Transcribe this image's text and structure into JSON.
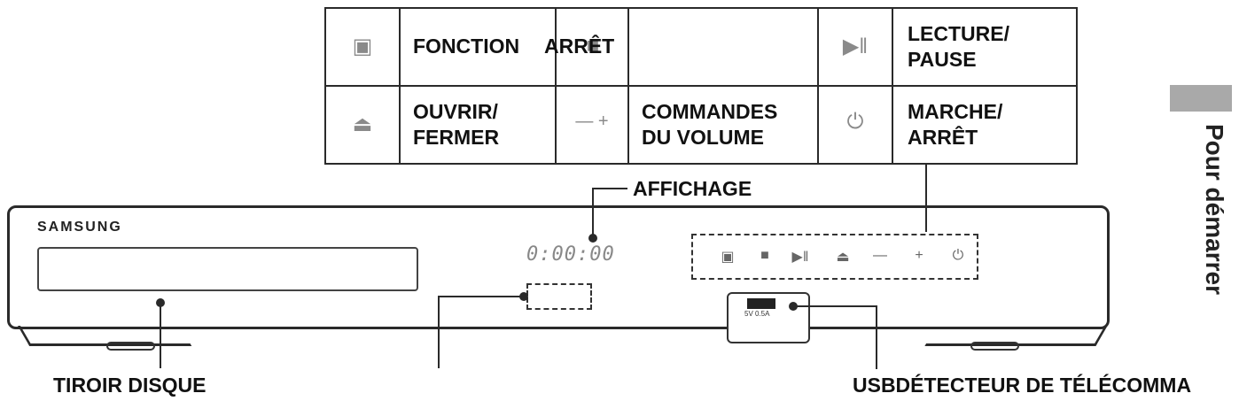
{
  "legend": {
    "rows": [
      [
        {
          "icon": "function-icon",
          "glyph": "▣",
          "label": "FONCTION"
        },
        {
          "icon": "stop-icon",
          "glyph": "■",
          "label": "ARRÊT"
        },
        {
          "icon": "play-pause-icon",
          "glyph": "▶‖",
          "label": "LECTURE/\nPAUSE"
        }
      ],
      [
        {
          "icon": "eject-icon",
          "glyph": "⏏",
          "label": "OUVRIR/\nFERMER"
        },
        {
          "icon": "volume-icon",
          "glyph": "— +",
          "label": "COMMANDES\nDU VOLUME"
        },
        {
          "icon": "power-icon",
          "glyph": "⏻",
          "label": "MARCHE/\nARRÊT"
        }
      ]
    ]
  },
  "side_tab": {
    "label": "Pour démarrer"
  },
  "device": {
    "brand": "SAMSUNG",
    "display_digits": "0:00:00",
    "usb_port_label": "5V 0.5A",
    "controls": [
      "▣",
      "■",
      "▶‖",
      "⏏",
      "—",
      "+",
      "⏻"
    ]
  },
  "callouts": {
    "display": "AFFICHAGE",
    "tray": "TIROIR DISQUE",
    "bottom_right": "USBDÉTECTEUR DE TÉLÉCOMMA"
  }
}
